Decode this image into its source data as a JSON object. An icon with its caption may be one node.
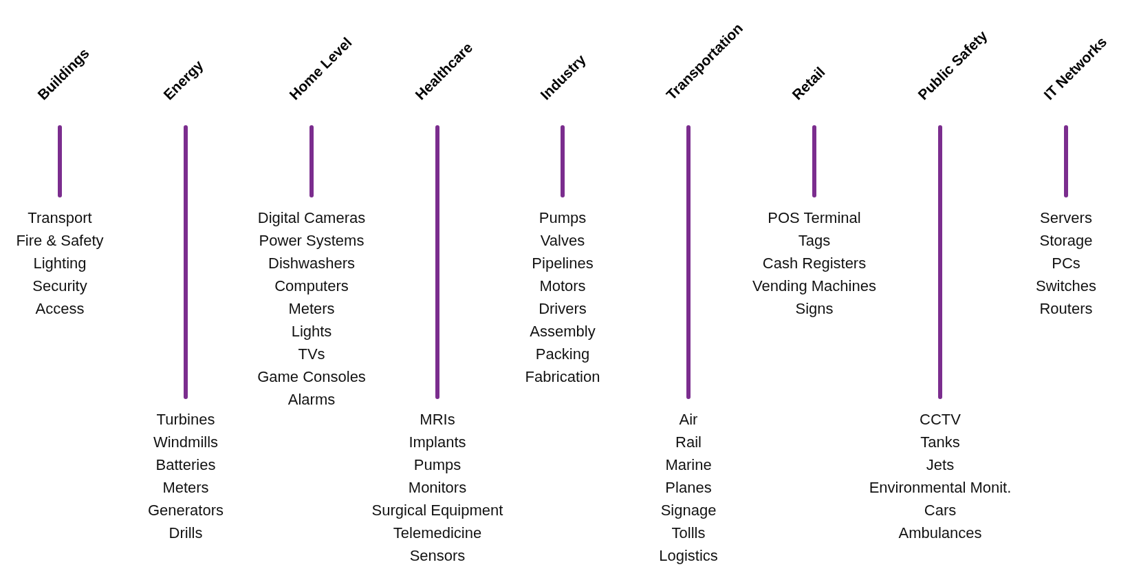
{
  "diagram": {
    "nodes": [
      {
        "text": [
          "Buildings"
        ]
      },
      {
        "text": [
          "Transport",
          "Fire & Safety",
          "Lighting",
          "Security",
          "Access"
        ]
      },
      {
        "text": [
          "Energy"
        ]
      },
      {
        "text": [
          "Turbines",
          "Windmills",
          "Batteries",
          "Meters",
          "Generators",
          "Drills"
        ]
      },
      {
        "text": [
          "Home Level"
        ]
      },
      {
        "text": [
          "Digital Cameras",
          "Power Systems",
          "Dishwashers",
          "Computers",
          "Meters",
          "Lights",
          "TVs",
          "Game Consoles",
          "Alarms"
        ]
      },
      {
        "text": [
          "Healthcare"
        ]
      },
      {
        "text": [
          "MRIs",
          "Implants",
          "Pumps",
          "Monitors",
          "Surgical Equipment",
          "Telemedicine",
          "Sensors"
        ]
      },
      {
        "text": [
          "Industry"
        ]
      },
      {
        "text": [
          "Pumps",
          "Valves",
          "Pipelines",
          "Motors",
          "Drivers",
          "Assembly",
          "Packing",
          "Fabrication"
        ]
      },
      {
        "text": [
          "Transportation"
        ]
      },
      {
        "text": [
          "Air",
          "Rail",
          "Marine",
          "Planes",
          "Signage",
          "Tollls",
          "Logistics"
        ]
      },
      {
        "text": [
          "Retail"
        ]
      },
      {
        "text": [
          "POS Terminal",
          "Tags",
          "Cash Registers",
          "Vending Machines",
          "Signs"
        ]
      },
      {
        "text": [
          "Public Safety"
        ]
      },
      {
        "text": [
          "CCTV",
          "Tanks",
          "Jets",
          "Environmental Monit.",
          "Cars",
          "Ambulances"
        ]
      },
      {
        "text": [
          "IT Networks"
        ]
      },
      {
        "text": [
          "Servers",
          "Storage",
          "PCs",
          "Switches",
          "Routers"
        ]
      }
    ],
    "edges": [
      {
        "from": 0,
        "to": 1,
        "arrow": "none"
      },
      {
        "from": 2,
        "to": 3,
        "arrow": "none"
      },
      {
        "from": 4,
        "to": 5,
        "arrow": "none"
      },
      {
        "from": 6,
        "to": 7,
        "arrow": "none"
      },
      {
        "from": 8,
        "to": 9,
        "arrow": "none"
      },
      {
        "from": 10,
        "to": 11,
        "arrow": "none"
      },
      {
        "from": 12,
        "to": 13,
        "arrow": "none"
      },
      {
        "from": 14,
        "to": 15,
        "arrow": "none"
      },
      {
        "from": 16,
        "to": 17,
        "arrow": "none"
      }
    ]
  }
}
